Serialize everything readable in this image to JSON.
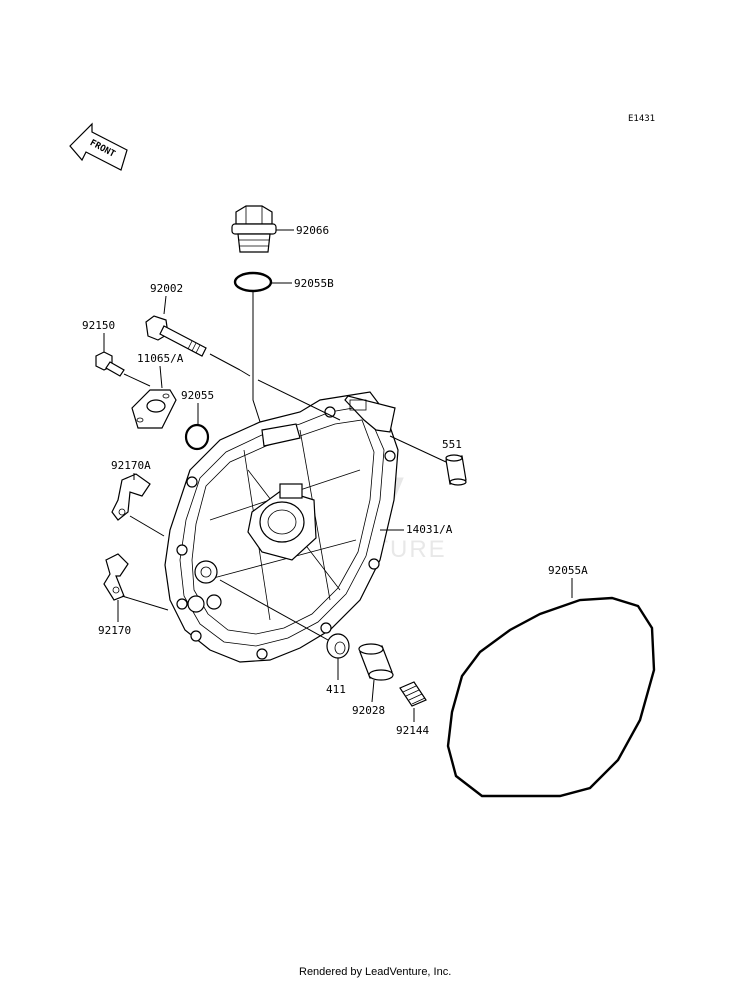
{
  "diagram": {
    "reference_code": "E1431",
    "front_label": "FRONT",
    "watermark": "VENTURE",
    "footer": "Rendered by LeadVenture, Inc.",
    "parts": [
      {
        "id": "p-92066",
        "label": "92066"
      },
      {
        "id": "p-92055b",
        "label": "92055B"
      },
      {
        "id": "p-92002",
        "label": "92002"
      },
      {
        "id": "p-92150",
        "label": "92150"
      },
      {
        "id": "p-11065a",
        "label": "11065/A"
      },
      {
        "id": "p-92055",
        "label": "92055"
      },
      {
        "id": "p-551",
        "label": "551"
      },
      {
        "id": "p-92170a",
        "label": "92170A"
      },
      {
        "id": "p-14031a",
        "label": "14031/A"
      },
      {
        "id": "p-92055a",
        "label": "92055A"
      },
      {
        "id": "p-92170",
        "label": "92170"
      },
      {
        "id": "p-411",
        "label": "411"
      },
      {
        "id": "p-92028",
        "label": "92028"
      },
      {
        "id": "p-92144",
        "label": "92144"
      }
    ]
  }
}
